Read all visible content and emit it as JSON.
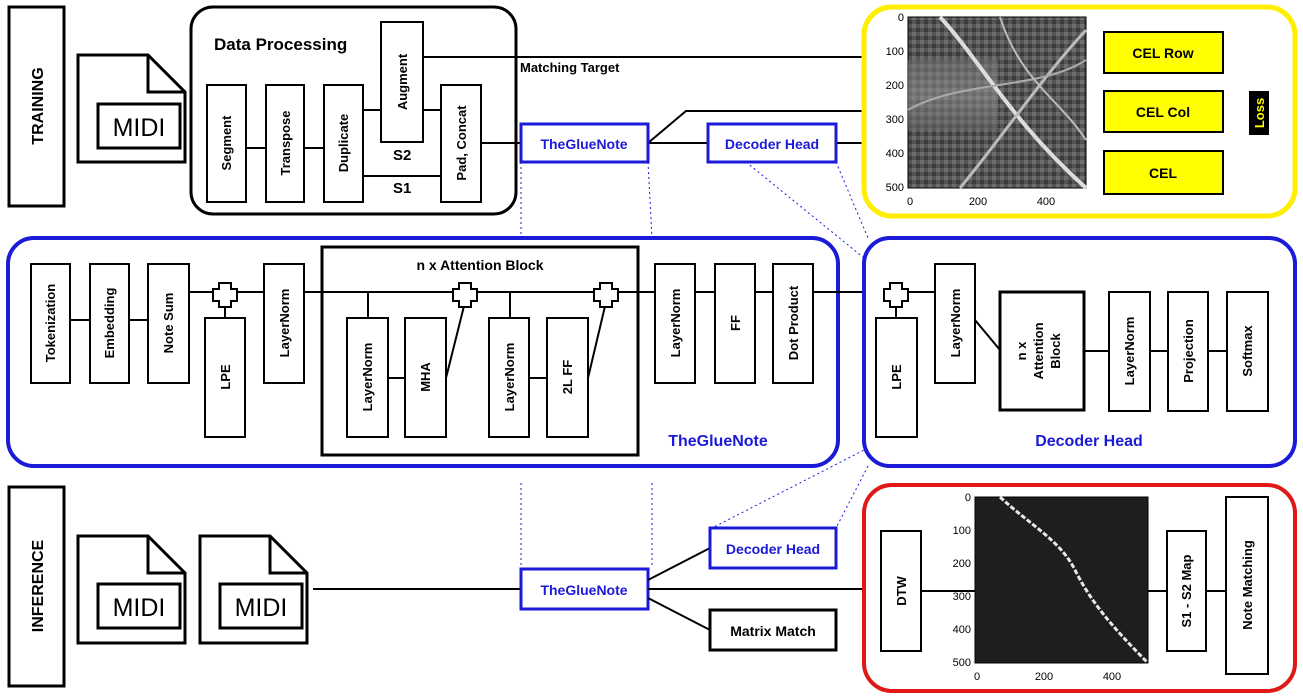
{
  "sections": {
    "training": "TRAINING",
    "inference": "INFERENCE"
  },
  "file_icon_label": "MIDI",
  "data_processing": {
    "title": "Data Processing",
    "steps": [
      "Segment",
      "Transpose",
      "Duplicate",
      "Augment",
      "Pad, Concat"
    ],
    "s1": "S1",
    "s2": "S2"
  },
  "matching_target": "Matching Target",
  "gluenote_label": "TheGlueNote",
  "decoder_head_label": "Decoder Head",
  "loss": {
    "items": [
      "CEL Row",
      "CEL Col",
      "CEL"
    ],
    "title": "Loss"
  },
  "plot_ticks": {
    "y": [
      "0",
      "100",
      "200",
      "300",
      "400",
      "500"
    ],
    "x": [
      "0",
      "200",
      "400"
    ]
  },
  "gluenote_detail": {
    "blocks": [
      "Tokenization",
      "Embedding",
      "Note Sum",
      "LPE",
      "LayerNorm"
    ],
    "attention": {
      "title": "n x Attention Block",
      "blocks": [
        "LayerNorm",
        "MHA",
        "LayerNorm",
        "2L FF"
      ]
    },
    "tail": [
      "LayerNorm",
      "FF",
      "Dot Product"
    ],
    "caption": "TheGlueNote"
  },
  "decoder_detail": {
    "lpe": "LPE",
    "layernorm": "LayerNorm",
    "attention_lines": [
      "n x",
      "Attention",
      "Block"
    ],
    "tail": [
      "LayerNorm",
      "Projection",
      "Softmax"
    ],
    "caption": "Decoder Head"
  },
  "inference": {
    "matrix_match": "Matrix Match",
    "dtw": "DTW",
    "map": "S1 - S2 Map",
    "note_matching": "Note Matching"
  },
  "colors": {
    "blue": "#1a1ad8",
    "yellow": "#ffff00",
    "yellow_border": "#e6e600",
    "red": "#e01818"
  }
}
